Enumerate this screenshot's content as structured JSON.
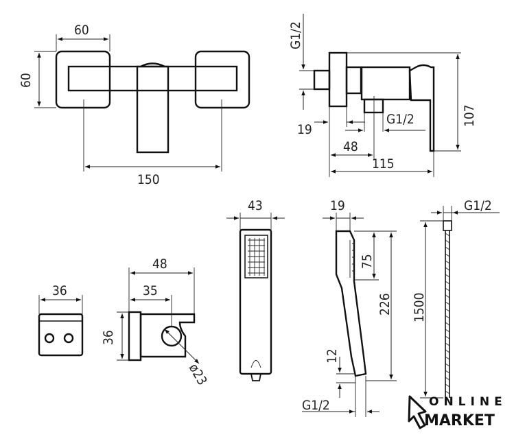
{
  "front_view": {
    "width_plate": "60",
    "height_plate": "60",
    "spacing": "150"
  },
  "side_view": {
    "inlet_thread": "G1/2",
    "offset": "19",
    "outlet_thread": "G1/2",
    "outlet_distance": "48",
    "depth": "115",
    "height": "107"
  },
  "wall_bracket": {
    "width": "36"
  },
  "holder": {
    "width": "48",
    "inner_width": "35",
    "height": "36",
    "diameter": "ø23"
  },
  "hand_shower_front": {
    "width": "43"
  },
  "hand_shower_side": {
    "thickness": "19",
    "head_length": "75",
    "length": "226",
    "tip": "12",
    "thread": "G1/2"
  },
  "hose": {
    "thread": "G1/2",
    "length": "1500"
  },
  "logo": {
    "line1": "ONLINE",
    "line2": "MARKET"
  }
}
